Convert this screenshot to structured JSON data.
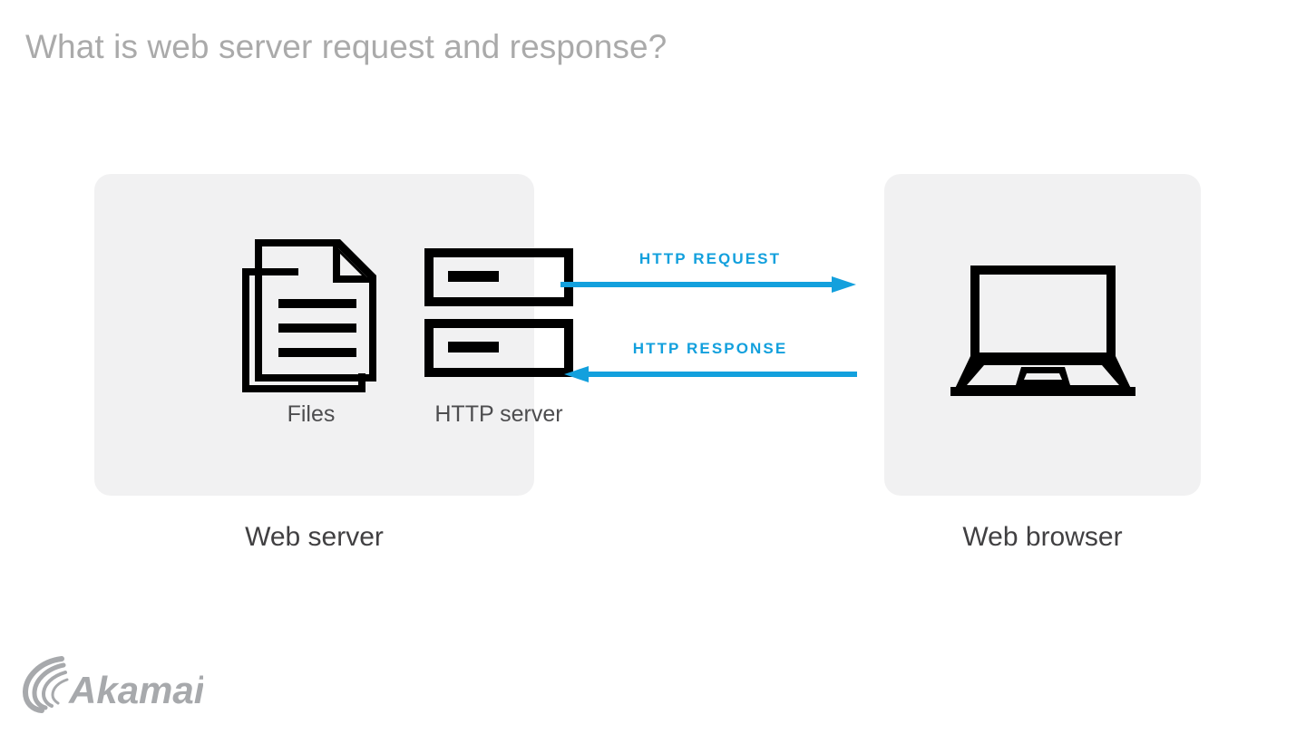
{
  "slide": {
    "title": "What is web server request and response?",
    "title_color": "#aaaaaa",
    "background_color": "#ffffff"
  },
  "panels": [
    {
      "id": "web-server",
      "caption": "Web server",
      "background_color": "#f1f1f2",
      "items": [
        {
          "id": "files",
          "label": "Files",
          "icon": "documents-icon"
        },
        {
          "id": "http-server",
          "label": "HTTP server",
          "icon": "server-rack-icon"
        }
      ]
    },
    {
      "id": "web-browser",
      "caption": "Web browser",
      "background_color": "#f1f1f2",
      "items": [
        {
          "id": "laptop",
          "label": "",
          "icon": "laptop-icon"
        }
      ]
    }
  ],
  "arrows": [
    {
      "id": "request",
      "label": "HTTP REQUEST",
      "direction": "right",
      "color": "#13a0dd"
    },
    {
      "id": "response",
      "label": "HTTP RESPONSE",
      "direction": "left",
      "color": "#13a0dd"
    }
  ],
  "logo": {
    "name": "Akamai",
    "wordmark": "Akamai",
    "color": "#a7a9ac"
  },
  "colors": {
    "accent_blue": "#13a0dd",
    "icon_stroke": "#000000",
    "panel_gray": "#f1f1f2",
    "title_gray": "#aaaaaa",
    "caption_gray": "#414042",
    "sublabel_gray": "#4d4d4f"
  }
}
